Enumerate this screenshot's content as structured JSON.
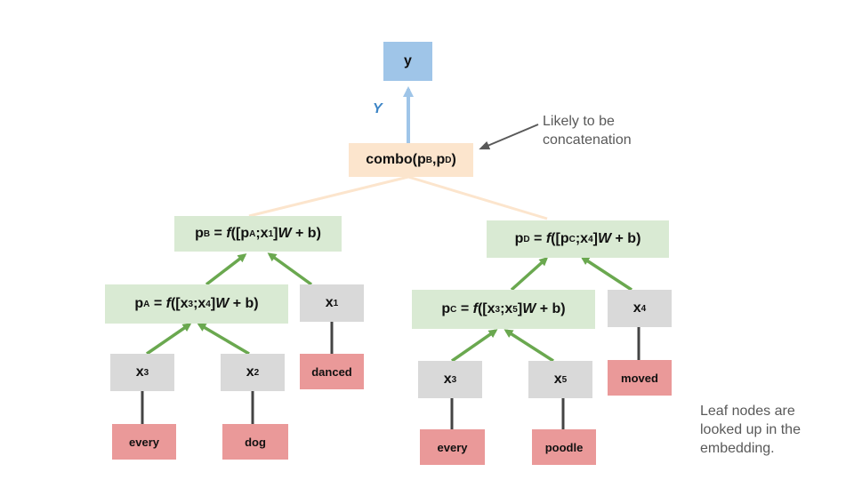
{
  "diagram": {
    "output": {
      "base": "y"
    },
    "output_arrow_label": "Y",
    "combo": {
      "fn": "combo(",
      "a": "p",
      "a_sub": "B",
      "sep": ",",
      "b": "p",
      "b_sub": "D",
      "close": ")"
    },
    "note_concat": "Likely to be concatenation",
    "note_leaf": "Leaf nodes are looked up in the embedding.",
    "left_tree": {
      "pB": {
        "lhs": "p",
        "lhs_sub": "B",
        "eq": " = ",
        "f": "f",
        "open": "([",
        "a": "p",
        "a_sub": "A",
        "sep": ";",
        "b": "x",
        "b_sub": "1",
        "close": "]",
        "W": "W",
        "tail": " + b)"
      },
      "pA": {
        "lhs": "p",
        "lhs_sub": "A",
        "eq": " = ",
        "f": "f",
        "open": "([",
        "a": "x",
        "a_sub": "3",
        "sep": ";",
        "b": "x",
        "b_sub": "4",
        "close": "]",
        "W": "W",
        "tail": " + b)"
      },
      "x1": {
        "base": "x",
        "sub": "1",
        "word": "danced"
      },
      "x3": {
        "base": "x",
        "sub": "3",
        "word": "every"
      },
      "x2": {
        "base": "x",
        "sub": "2",
        "word": "dog"
      }
    },
    "right_tree": {
      "pD": {
        "lhs": "p",
        "lhs_sub": "D",
        "eq": " = ",
        "f": "f",
        "open": "([",
        "a": "p",
        "a_sub": "C",
        "sep": ";",
        "b": "x",
        "b_sub": "4",
        "close": "]",
        "W": "W",
        "tail": " + b)"
      },
      "pC": {
        "lhs": "p",
        "lhs_sub": "C",
        "eq": " = ",
        "f": "f",
        "open": "([",
        "a": "x",
        "a_sub": "3",
        "sep": ";",
        "b": "x",
        "b_sub": "5",
        "close": "]",
        "W": "W",
        "tail": " + b)"
      },
      "x4": {
        "base": "x",
        "sub": "4",
        "word": "moved"
      },
      "x3": {
        "base": "x",
        "sub": "3",
        "word": "every"
      },
      "x5": {
        "base": "x",
        "sub": "5",
        "word": "poodle"
      }
    },
    "colors": {
      "output": "#9fc5e8",
      "combo": "#fce5cd",
      "composition": "#d9ead3",
      "variable": "#d9d9d9",
      "word": "#ea9999",
      "green_arrow": "#6aa84f",
      "blue_arrow": "#9fc5e8",
      "peach_line": "#fce5cd"
    }
  }
}
